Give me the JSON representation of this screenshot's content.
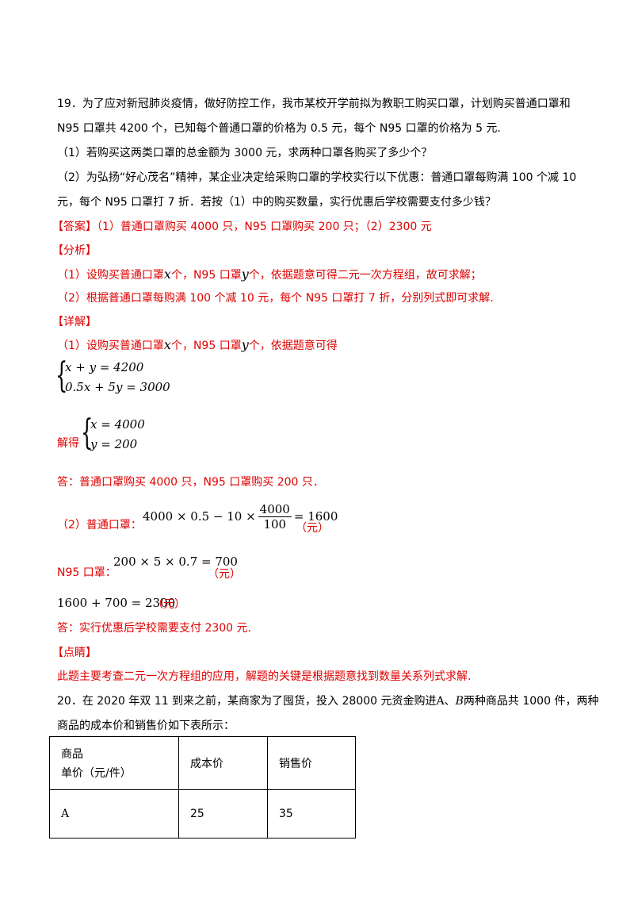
{
  "q19": {
    "line1": "19．为了应对新冠肺炎疫情，做好防控工作，我市某校开学前拟为教职工购买口罩，计划购买普通口罩和",
    "line2": "N95 口罩共 4200 个，已知每个普通口罩的价格为 0.5 元，每个 N95 口罩的价格为 5 元.",
    "part1": "（1）若购买这两类口罩的总金额为 3000 元，求两种口罩各购买了多少个？",
    "part2_line1": "（2）为弘扬“好心茂名”精神，某企业决定给采购口罩的学校实行以下优惠：普通口罩每购满 100 个减 10",
    "part2_line2": "元，每个 N95 口罩打 7 折．若按（1）中的购买数量，实行优惠后学校需要支付多少钱？"
  },
  "answer": {
    "label": "【答案】",
    "text": "（1）普通口罩购买 4000 只，N95 口罩购买 200 只；（2）2300 元"
  },
  "analysis": {
    "label": "【分析】",
    "line1_a": "（1）设购买普通口罩",
    "line1_x": "x",
    "line1_b": "个，N95 口罩",
    "line1_y": "y",
    "line1_c": "个，依据题意可得二元一次方程组，故可求解；",
    "line2": "（2）根据普通口罩每购满 100 个减 10 元，每个 N95 口罩打 7 折，分别列式即可求解."
  },
  "detail": {
    "label": "【详解】",
    "line1_a": "（1）设购买普通口罩",
    "line1_x": "x",
    "line1_b": "个，N95 口罩",
    "line1_y": "y",
    "line1_c": "个，依据题意可得",
    "sys1_eq1": "x + y = 4200",
    "sys1_eq2": "0.5x + 5y = 3000",
    "solve_label": "解得",
    "sys2_eq1": "x = 4000",
    "sys2_eq2": "y = 200",
    "ans1": "答：普通口罩购买 4000 只，N95 口罩购买 200 只．",
    "p2_label": "（2）普通口罩：",
    "p2_expr_a": "4000 × 0.5 − 10 ×",
    "p2_frac_num": "4000",
    "p2_frac_den": "100",
    "p2_expr_b": "= 1600",
    "p2_unit": "（元）",
    "n95_label": "N95 口罩：",
    "n95_expr": "200 × 5 × 0.7 = 700",
    "n95_unit": "（元）",
    "sum_expr": "1600 + 700 = 2300",
    "sum_unit": "（元）",
    "ans2": "答：实行优惠后学校需要支付 2300 元."
  },
  "comment": {
    "label": "【点睛】",
    "text": "此题主要考查二元一次方程组的应用，解题的关键是根据题意找到数量关系列式求解."
  },
  "q20": {
    "line1_a": "20．在 2020 年双 11 到来之前，某商家为了囤货，投入 28000 元资金购进",
    "line1_A": "A",
    "line1_sep": "、",
    "line1_B": "B",
    "line1_b": "两种商品共 1000 件，两种",
    "line2": "商品的成本价和销售价如下表所示：",
    "table": {
      "header_top": "商品",
      "header_bottom": "单价（元/件）",
      "col_cost": "成本价",
      "col_sale": "销售价",
      "row_a_name": "A",
      "row_a_cost": "25",
      "row_a_sale": "35"
    }
  }
}
